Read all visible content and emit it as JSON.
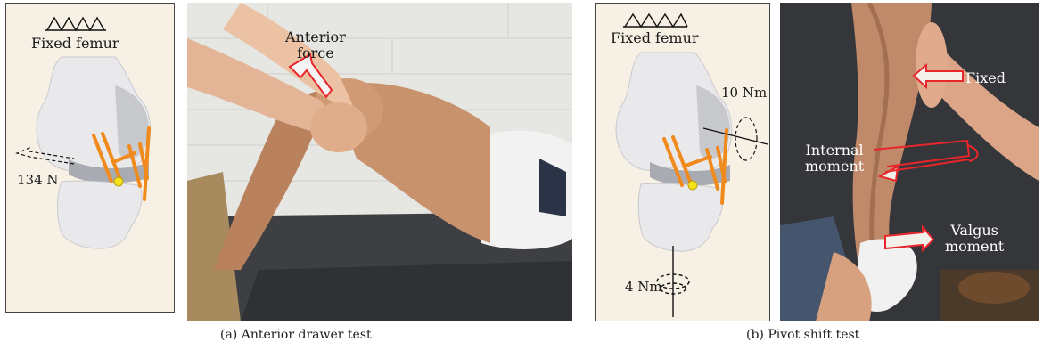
{
  "figure": {
    "panel_a": {
      "caption": "(a)  Anterior drawer test",
      "model": {
        "fixed_label": "Fixed femur",
        "force_label": "134 N"
      },
      "photo": {
        "force_label_line1": "Anterior",
        "force_label_line2": "force"
      }
    },
    "panel_b": {
      "caption": "(b)  Pivot shift test",
      "model": {
        "fixed_label": "Fixed femur",
        "moment_top_label": "10 Nm",
        "moment_bottom_label": "4 Nm"
      },
      "photo": {
        "fixed_label": "Fixed",
        "internal_line1": "Internal",
        "internal_line2": "moment",
        "valgus_line1": "Valgus",
        "valgus_line2": "moment"
      }
    },
    "colors": {
      "arrow_red": "#e8262b",
      "ligament_orange": "#f08a1c",
      "model_bg": "#f6f1e4"
    }
  }
}
